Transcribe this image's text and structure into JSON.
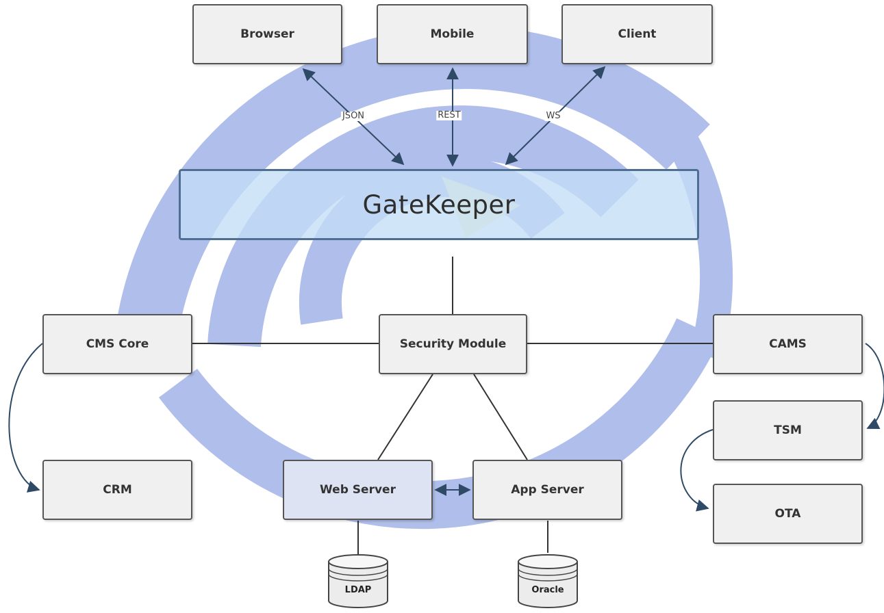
{
  "diagram": {
    "clients": {
      "browser": "Browser",
      "mobile": "Mobile",
      "client": "Client"
    },
    "protocols": {
      "json": "JSON",
      "rest": "REST",
      "ws": "WS"
    },
    "gateway": "GateKeeper",
    "modules": {
      "cms_core": "CMS Core",
      "security_module": "Security Module",
      "cams": "CAMS",
      "crm": "CRM",
      "tsm": "TSM",
      "web_server": "Web Server",
      "app_server": "App Server",
      "ota": "OTA"
    },
    "databases": {
      "ldap": "LDAP",
      "oracle": "Oracle"
    },
    "colors": {
      "watermark": "#5b78d2",
      "gateway_fill": "#c4def6",
      "gateway_border": "#4e6f92",
      "box_fill": "#f0f0f0",
      "web_server_fill": "#dde3f3",
      "arrow": "#2f4a66"
    }
  }
}
